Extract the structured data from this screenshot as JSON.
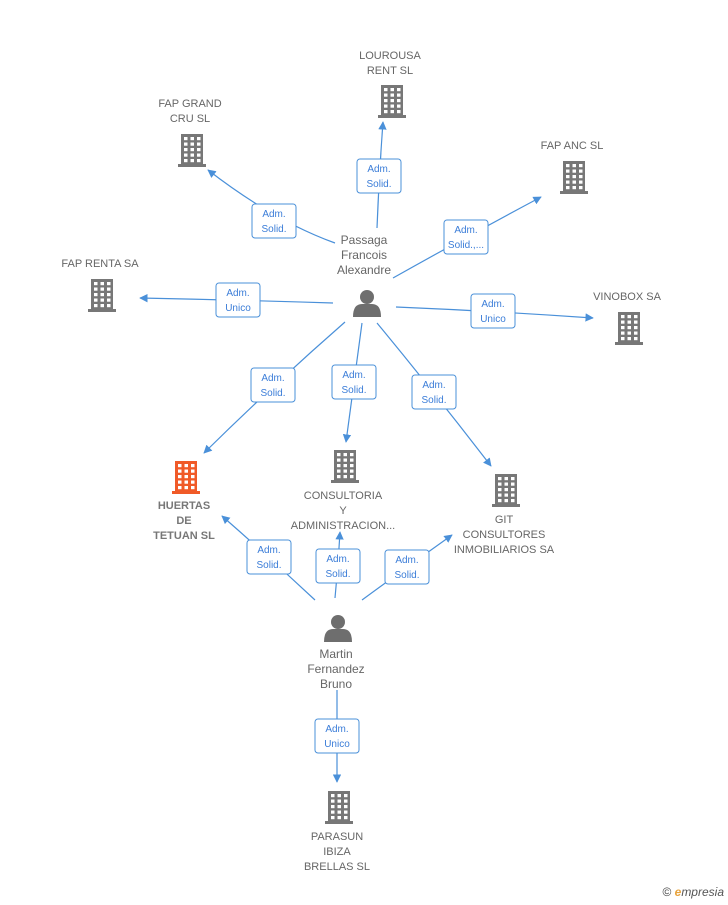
{
  "colors": {
    "building": "#777777",
    "building_highlight": "#f05a28",
    "person": "#6e6e6e",
    "edge": "#4a90d9"
  },
  "persons": [
    {
      "id": "p1",
      "lines": [
        "Passaga",
        "Francois",
        "Alexandre"
      ]
    },
    {
      "id": "p2",
      "lines": [
        "Martin",
        "Fernandez",
        "Bruno"
      ]
    }
  ],
  "companies": [
    {
      "id": "c_lourousa",
      "lines": [
        "LOUROUSA",
        "RENT  SL"
      ],
      "highlight": false
    },
    {
      "id": "c_fapgrand",
      "lines": [
        "FAP GRAND",
        "CRU  SL"
      ],
      "highlight": false
    },
    {
      "id": "c_fapanc",
      "lines": [
        "FAP ANC  SL"
      ],
      "highlight": false
    },
    {
      "id": "c_faprenta",
      "lines": [
        "FAP RENTA SA"
      ],
      "highlight": false
    },
    {
      "id": "c_vinobox",
      "lines": [
        "VINOBOX SA"
      ],
      "highlight": false
    },
    {
      "id": "c_huertas",
      "lines": [
        "HUERTAS",
        "DE",
        "TETUAN  SL"
      ],
      "highlight": true
    },
    {
      "id": "c_consultoria",
      "lines": [
        "CONSULTORIA",
        "Y",
        "ADMINISTRACION..."
      ],
      "highlight": false
    },
    {
      "id": "c_git",
      "lines": [
        "GIT",
        "CONSULTORES",
        "INMOBILIARIOS SA"
      ],
      "highlight": false
    },
    {
      "id": "c_parasun",
      "lines": [
        "PARASUN",
        "IBIZA",
        "BRELLAS  SL"
      ],
      "highlight": false
    }
  ],
  "edges": [
    {
      "from": "p1",
      "to": "c_lourousa",
      "lines": [
        "Adm.",
        "Solid."
      ]
    },
    {
      "from": "p1",
      "to": "c_fapgrand",
      "lines": [
        "Adm.",
        "Solid."
      ]
    },
    {
      "from": "p1",
      "to": "c_fapanc",
      "lines": [
        "Adm.",
        "Solid.,..."
      ]
    },
    {
      "from": "p1",
      "to": "c_faprenta",
      "lines": [
        "Adm.",
        "Unico"
      ]
    },
    {
      "from": "p1",
      "to": "c_vinobox",
      "lines": [
        "Adm.",
        "Unico"
      ]
    },
    {
      "from": "p1",
      "to": "c_huertas",
      "lines": [
        "Adm.",
        "Solid."
      ]
    },
    {
      "from": "p1",
      "to": "c_consultoria",
      "lines": [
        "Adm.",
        "Solid."
      ]
    },
    {
      "from": "p1",
      "to": "c_git",
      "lines": [
        "Adm.",
        "Solid."
      ]
    },
    {
      "from": "p2",
      "to": "c_huertas",
      "lines": [
        "Adm.",
        "Solid."
      ]
    },
    {
      "from": "p2",
      "to": "c_consultoria",
      "lines": [
        "Adm.",
        "Solid."
      ]
    },
    {
      "from": "p2",
      "to": "c_git",
      "lines": [
        "Adm.",
        "Solid."
      ]
    },
    {
      "from": "p2",
      "to": "c_parasun",
      "lines": [
        "Adm.",
        "Unico"
      ]
    }
  ],
  "footer": {
    "copyright": "©",
    "brand_initial": "e",
    "brand_rest": "mpresia"
  }
}
